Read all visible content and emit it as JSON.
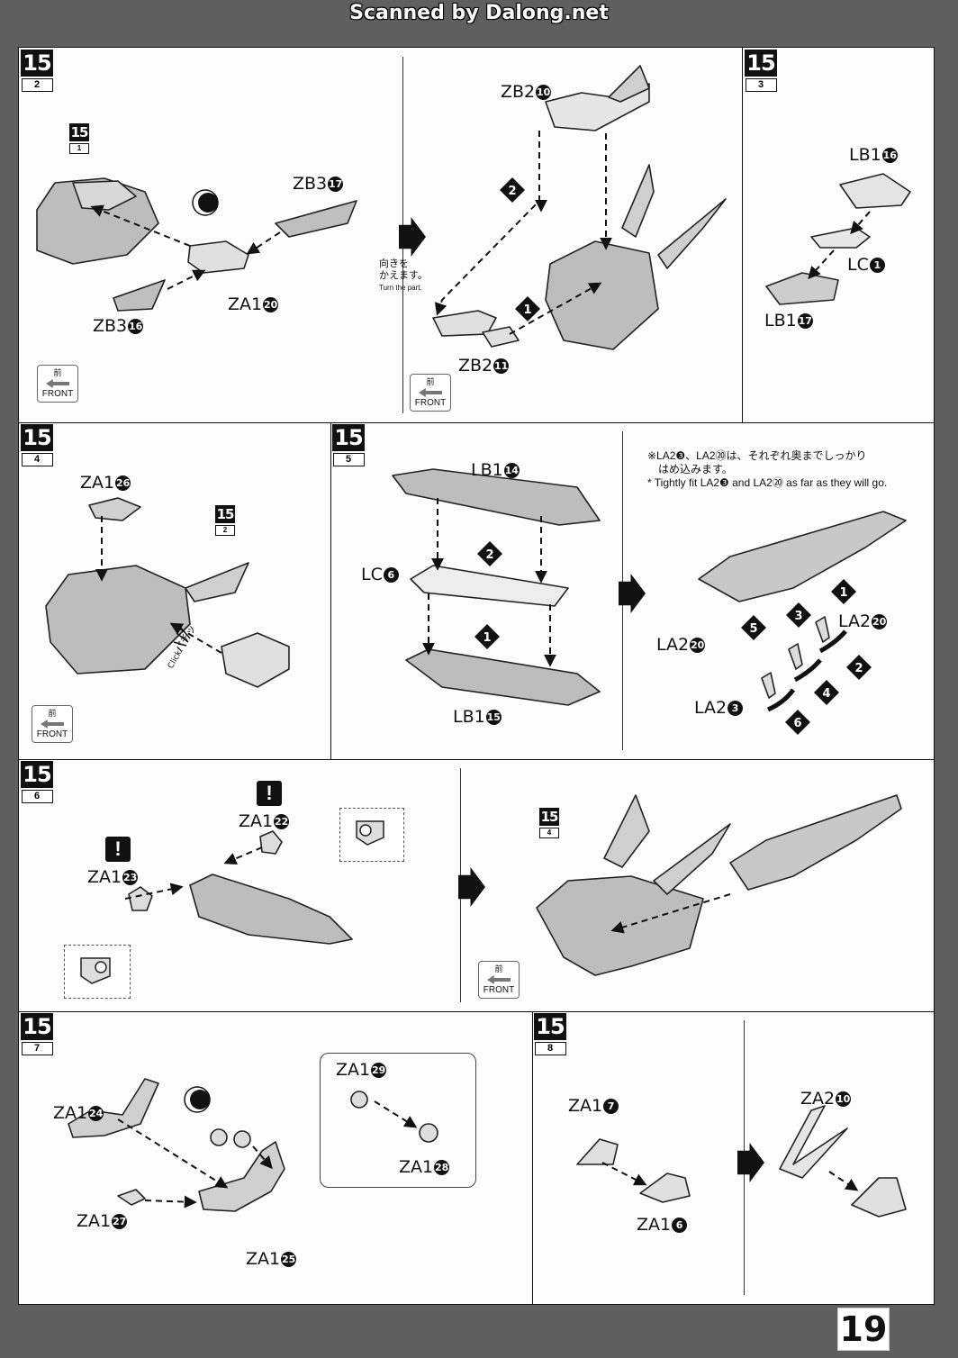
{
  "header": {
    "scan_credit": "Scanned by Dalong.net"
  },
  "page_number": "19",
  "common": {
    "front_jp": "前",
    "front_en": "FRONT",
    "warning_mark": "!",
    "click_jp": "パチッ",
    "click_en": "Click!"
  },
  "steps": [
    {
      "num": "15",
      "sub": "2"
    },
    {
      "num": "15",
      "sub": "3"
    },
    {
      "num": "15",
      "sub": "4"
    },
    {
      "num": "15",
      "sub": "5"
    },
    {
      "num": "15",
      "sub": "6"
    },
    {
      "num": "15",
      "sub": "7"
    },
    {
      "num": "15",
      "sub": "8"
    }
  ],
  "refs": [
    {
      "num": "15",
      "sub": "1"
    },
    {
      "num": "15",
      "sub": "2"
    },
    {
      "num": "15",
      "sub": "4"
    }
  ],
  "panel_2": {
    "turn_jp_1": "向きを",
    "turn_jp_2": "かえます。",
    "turn_en": "Turn the part.",
    "parts": [
      {
        "code": "ZB3",
        "n": "17"
      },
      {
        "code": "ZA1",
        "n": "20"
      },
      {
        "code": "ZB3",
        "n": "16"
      },
      {
        "code": "ZB2",
        "n": "10"
      },
      {
        "code": "ZB2",
        "n": "11"
      }
    ],
    "order": [
      "2",
      "1"
    ]
  },
  "panel_3": {
    "parts": [
      {
        "code": "LB1",
        "n": "16"
      },
      {
        "code": "LC",
        "n": "1"
      },
      {
        "code": "LB1",
        "n": "17"
      }
    ]
  },
  "panel_4": {
    "parts": [
      {
        "code": "ZA1",
        "n": "26"
      }
    ]
  },
  "panel_5": {
    "note_jp_1": "※LA2❸、LA2⑳は、それぞれ奥までしっかり",
    "note_jp_2": "はめ込みます。",
    "note_en": "* Tightly fit LA2❸ and LA2⑳ as far as they will go.",
    "parts": [
      {
        "code": "LB1",
        "n": "14"
      },
      {
        "code": "LC",
        "n": "6"
      },
      {
        "code": "LB1",
        "n": "15"
      },
      {
        "code": "LA2",
        "n": "20"
      },
      {
        "code": "LA2",
        "n": "20"
      },
      {
        "code": "LA2",
        "n": "3"
      }
    ],
    "order": [
      "2",
      "1",
      "1",
      "3",
      "5",
      "2",
      "4",
      "6"
    ]
  },
  "panel_6": {
    "parts": [
      {
        "code": "ZA1",
        "n": "22"
      },
      {
        "code": "ZA1",
        "n": "23"
      }
    ]
  },
  "panel_7": {
    "parts": [
      {
        "code": "ZA1",
        "n": "24"
      },
      {
        "code": "ZA1",
        "n": "27"
      },
      {
        "code": "ZA1",
        "n": "25"
      },
      {
        "code": "ZA1",
        "n": "29"
      },
      {
        "code": "ZA1",
        "n": "28"
      }
    ]
  },
  "panel_8": {
    "parts": [
      {
        "code": "ZA1",
        "n": "7"
      },
      {
        "code": "ZA1",
        "n": "6"
      },
      {
        "code": "ZA2",
        "n": "10"
      }
    ]
  }
}
